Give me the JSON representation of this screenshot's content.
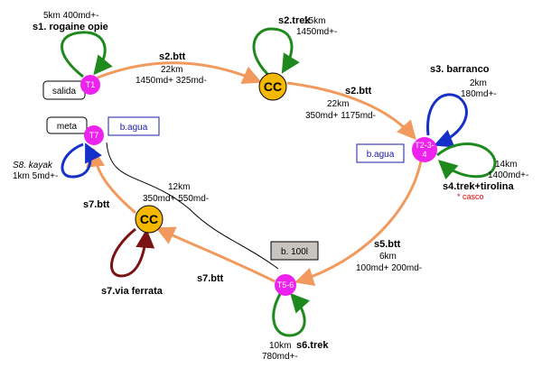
{
  "nodes": {
    "t1": "T1",
    "t7": "T7",
    "t234_line1": "T2-3-",
    "t234_line2": "4",
    "t56": "T5-6",
    "cc_top": "CC",
    "cc_left": "CC"
  },
  "boxes": {
    "salida": "salida",
    "meta": "meta",
    "agua_left": "b.agua",
    "agua_right": "b.agua",
    "b100": "b. 100l"
  },
  "labels": {
    "s1_dist": "5km 400md+-",
    "s1_name": "s1. rogaine opie",
    "s2trek_name": "s2.trek",
    "s2trek_km": "15km",
    "s2trek_md": "1450md+-",
    "s2btt_a_name": "s2.btt",
    "s2btt_a_km": "22km",
    "s2btt_a_md": "1450md+ 325md-",
    "s2btt_b_name": "s2.btt",
    "s2btt_b_km": "22km",
    "s2btt_b_md": "350md+ 1175md-",
    "s3_name": "s3. barranco",
    "s3_km": "2km",
    "s3_md": "180md+-",
    "s4_km": "14km",
    "s4_md": "1400md+-",
    "s4_name": "s4.trek+tirolina",
    "s4_note": "* casco",
    "s5_name": "s5.btt",
    "s5_km": "6km",
    "s5_md": "100md+ 200md-",
    "s6_km": "10km",
    "s6_md": "780md+-",
    "s6_name": "s6.trek",
    "s7btt_low": "s7.btt",
    "s7btt_left": "s7.btt",
    "s7via": "s7.via ferrata",
    "s7_km": "12km",
    "s7_md": "350md+ 550md-",
    "s8_name": "S8. kayak",
    "s8_dist": "1km 5md+-"
  },
  "colors": {
    "magenta": "#ee22ee",
    "gold": "#f5b800",
    "orange": "#f29a5e",
    "green": "#1e8a1e",
    "blue": "#1530c8",
    "darkred": "#7a1414",
    "black": "#000000"
  }
}
